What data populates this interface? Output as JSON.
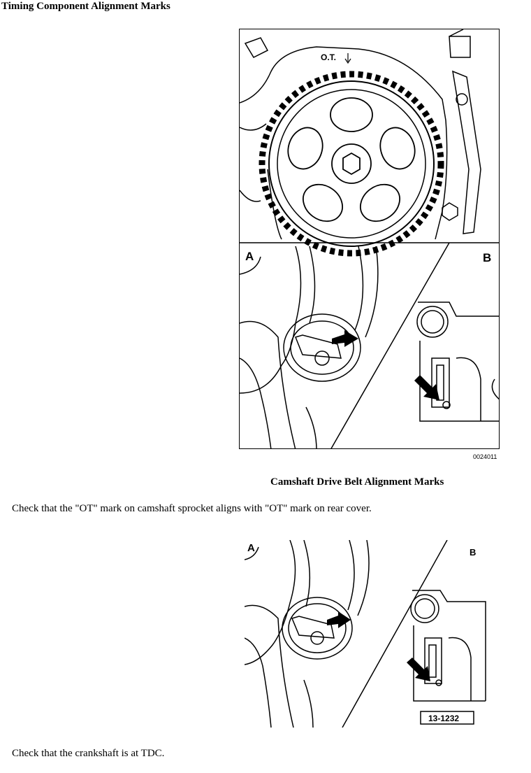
{
  "document": {
    "title": "Timing Component Alignment Marks",
    "figure1": {
      "mark_label": "O.T.",
      "panel_a": "A",
      "panel_b": "B",
      "code": "0024011"
    },
    "caption": "Camshaft Drive Belt Alignment Marks",
    "paragraph1": "Check that the \"OT\" mark on camshaft sprocket aligns with \"OT\" mark on rear cover.",
    "figure2": {
      "panel_a": "A",
      "panel_b": "B",
      "code": "13-1232"
    },
    "paragraph2": "Check that the crankshaft is at TDC."
  }
}
